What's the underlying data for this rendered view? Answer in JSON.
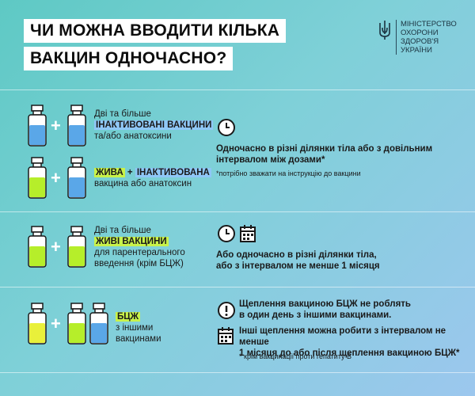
{
  "title": {
    "line1": "ЧИ МОЖНА ВВОДИТИ КІЛЬКА",
    "line2": "ВАКЦИН ОДНОЧАСНО?"
  },
  "ministry": {
    "line1": "Міністерство",
    "line2": "охорони",
    "line3": "здоров'я",
    "line4": "України"
  },
  "section1": {
    "row1": {
      "line1": "Дві та більше",
      "highlight": "ІНАКТИВОВАНІ ВАКЦИНИ",
      "line3": "та/або анатоксини"
    },
    "row2": {
      "hl_live": "ЖИВА",
      "plus": "+",
      "hl_inact": "ІНАКТИВОВАНА",
      "line2": "вакцина або анатоксин"
    },
    "answer_line1": "Одночасно в різні ділянки тіла або з довільним",
    "answer_line2": "інтервалом між дозами*",
    "note": "*потрібно зважати на інструкцію до вакцини"
  },
  "section2": {
    "line1": "Дві та більше",
    "highlight": "ЖИВІ ВАКЦИНИ",
    "line3": "для парентерального",
    "line4": "введення (крім БЦЖ)",
    "answer_line1": "Або одночасно в різні ділянки тіла,",
    "answer_line2": "або з інтервалом не менше 1 місяця"
  },
  "section3": {
    "highlight": "БЦЖ",
    "line2": "з іншими",
    "line3": "вакцинами",
    "answer1_line1": "Щеплення вакциною БЦЖ не роблять",
    "answer1_line2": "в один день з іншими вакцинами.",
    "answer2_line1": "Інші щеплення можна робити з інтервалом не менше",
    "answer2_line2": "1 місяця до або після щеплення вакциною БЦЖ*",
    "note": "* крім вакцинації проти гепатиту В"
  },
  "plus_sign": "+",
  "colors": {
    "inactivated": "#5aa7e8",
    "live": "#b6ee2a",
    "bcg": "#e9f03a",
    "title_bg": "#ffffff"
  }
}
